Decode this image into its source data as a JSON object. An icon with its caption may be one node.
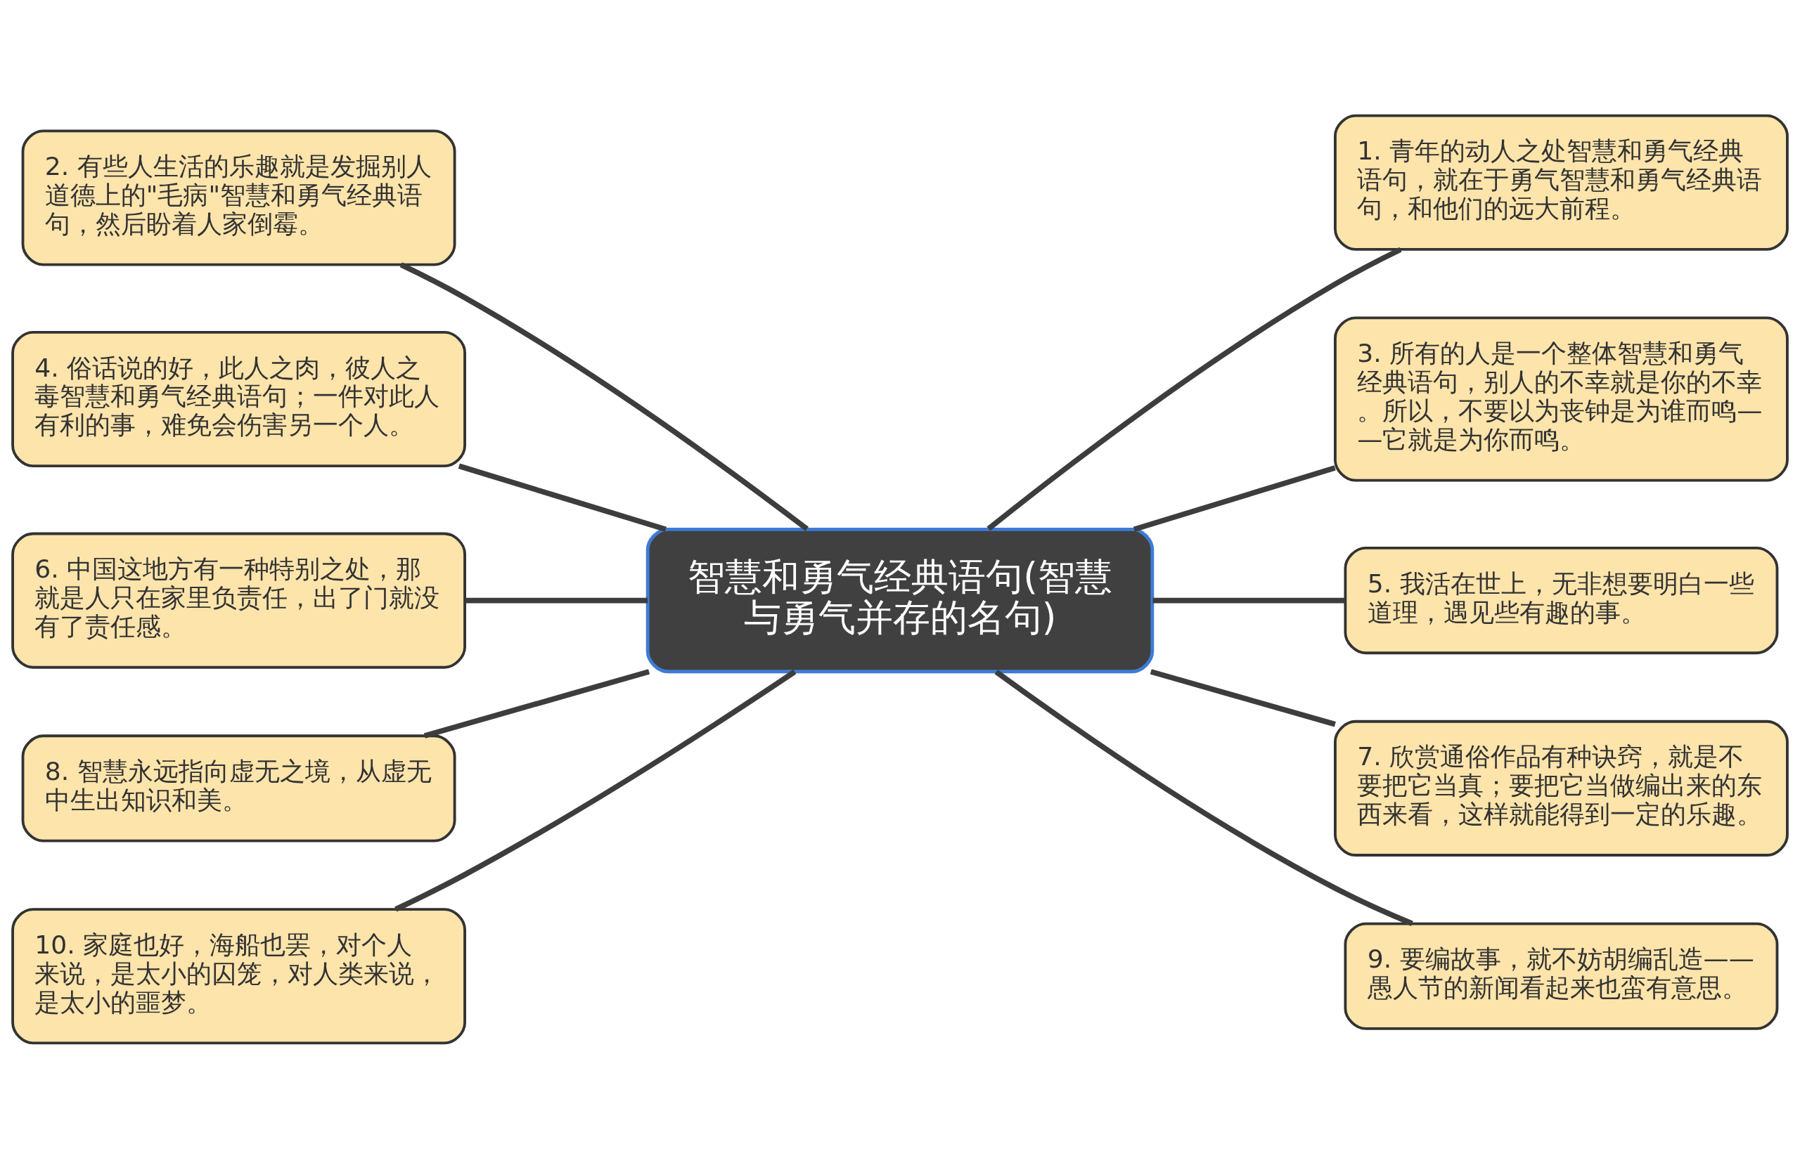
{
  "diagram": {
    "nodes": [
      {
        "text": [
          "智慧和勇气经典语句(智慧与勇气并存的名句)"
        ]
      },
      {
        "text": [
          "1. 青年的动人之处智慧和勇气经典语句，就在于勇气智慧和勇气经典语句，和他们的远大前程。"
        ]
      },
      {
        "text": [
          "2. 有些人生活的乐趣就是发掘别人道德上的\"毛病\"智慧和勇气经典语句，然后盼着人家倒霉。"
        ]
      },
      {
        "text": [
          "3. 所有的人是一个整体智慧和勇气经典语句，别人的不幸就是你的不幸。所以，不要以为丧钟是为谁而鸣——它就是为你而鸣。"
        ]
      },
      {
        "text": [
          "4. 俗话说的好，此人之肉，彼人之毒智慧和勇气经典语句；一件对此人有利的事，难免会伤害另一个人。"
        ]
      },
      {
        "text": [
          "5. 我活在世上，无非想要明白一些道理，遇见些有趣的事。"
        ]
      },
      {
        "text": [
          "6. 中国这地方有一种特别之处，那就是人只在家里负责任，出了门就没有了责任感。"
        ]
      },
      {
        "text": [
          "7. 欣赏通俗作品有种诀窍，就是不要把它当真；要把它当做编出来的东西来看，这样就能得到一定的乐趣。"
        ]
      },
      {
        "text": [
          "8. 智慧永远指向虚无之境，从虚无中生出知识和美。"
        ]
      },
      {
        "text": [
          "9. 要编故事，就不妨胡编乱造——愚人节的新闻看起来也蛮有意思。"
        ]
      },
      {
        "text": [
          "10. 家庭也好，海船也罢，对个人来说，是太小的囚笼，对人类来说，是太小的噩梦。"
        ]
      }
    ],
    "edges": [
      {
        "from": 0,
        "to": 1,
        "arrow": "none"
      },
      {
        "from": 2,
        "to": 0,
        "arrow": "none"
      },
      {
        "from": 0,
        "to": 3,
        "arrow": "none"
      },
      {
        "from": 4,
        "to": 0,
        "arrow": "none"
      },
      {
        "from": 0,
        "to": 5,
        "arrow": "none"
      },
      {
        "from": 6,
        "to": 0,
        "arrow": "none"
      },
      {
        "from": 0,
        "to": 7,
        "arrow": "none"
      },
      {
        "from": 8,
        "to": 0,
        "arrow": "none"
      },
      {
        "from": 0,
        "to": 9,
        "arrow": "none"
      },
      {
        "from": 10,
        "to": 0,
        "arrow": "none"
      }
    ]
  }
}
